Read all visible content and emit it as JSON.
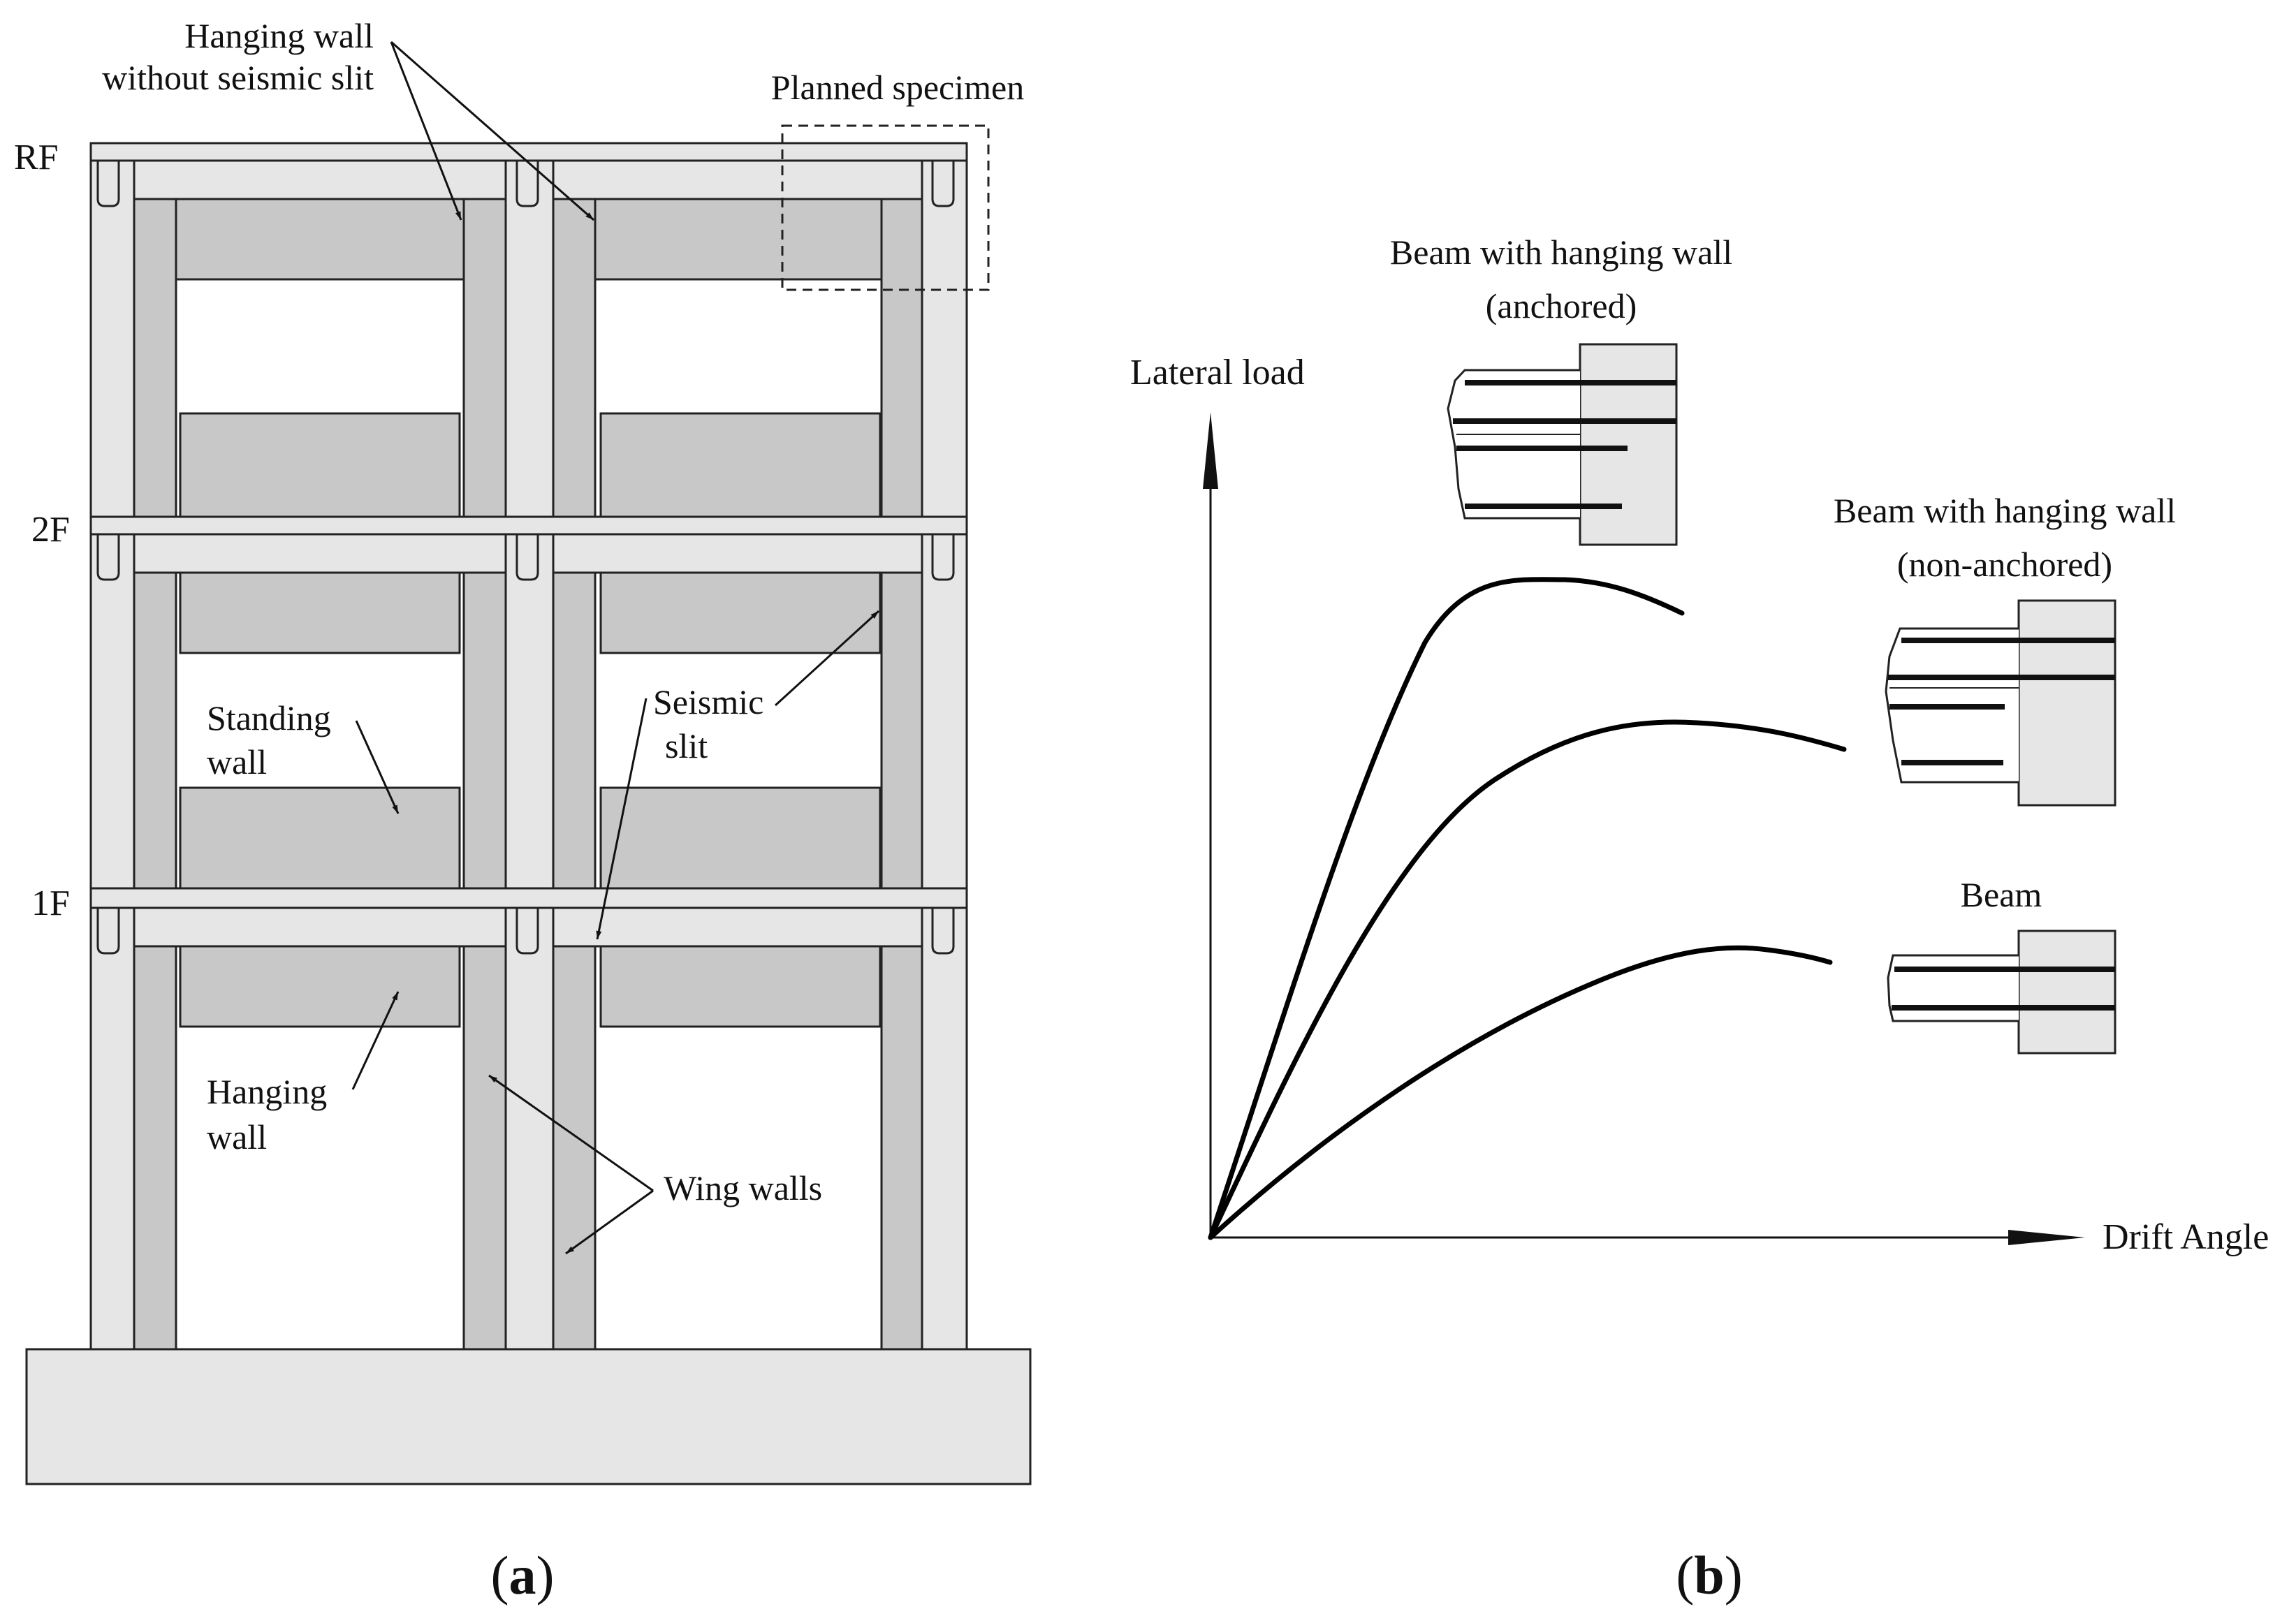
{
  "colors": {
    "frame_fill": "#e6e6e6",
    "wall_fill": "#c8c8c8",
    "outline": "#222222",
    "curve": "#000000",
    "background": "#ffffff"
  },
  "panel_a": {
    "caption_paren_open": "(",
    "caption_letter": "a",
    "caption_paren_close": ")",
    "floors": [
      "RF",
      "2F",
      "1F"
    ],
    "labels": {
      "hanging_wall_no_slit_line1": "Hanging wall",
      "hanging_wall_no_slit_line2": "without seismic slit",
      "planned_specimen": "Planned specimen",
      "standing_wall_line1": "Standing",
      "standing_wall_line2": "wall",
      "seismic_slit_line1": "Seismic",
      "seismic_slit_line2": "slit",
      "hanging_wall_line1": "Hanging",
      "hanging_wall_line2": "wall",
      "wing_walls": "Wing walls"
    }
  },
  "panel_b": {
    "caption_paren_open": "(",
    "caption_letter": "b",
    "caption_paren_close": ")",
    "y_axis_label": "Lateral load",
    "x_axis_label": "Drift Angle",
    "curves": [
      {
        "label_line1": "Beam with hanging wall",
        "label_line2": "(anchored)"
      },
      {
        "label_line1": "Beam with hanging wall",
        "label_line2": "(non-anchored)"
      },
      {
        "label_line1": "Beam",
        "label_line2": ""
      }
    ]
  }
}
